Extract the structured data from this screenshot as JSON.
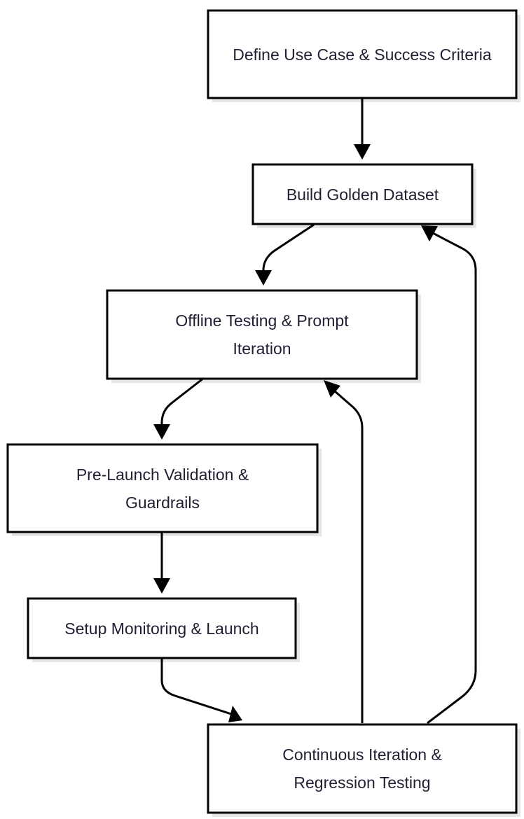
{
  "nodes": {
    "define": "Define Use Case & Success Criteria",
    "golden": "Build Golden Dataset",
    "offline": "Offline Testing & Prompt Iteration",
    "prelaunch": "Pre-Launch Validation & Guardrails",
    "monitoring": "Setup Monitoring & Launch",
    "continuous": "Continuous Iteration & Regression Testing"
  },
  "colors": {
    "stroke": "#000000",
    "fill": "#ffffff",
    "text": "#1f1f33"
  }
}
